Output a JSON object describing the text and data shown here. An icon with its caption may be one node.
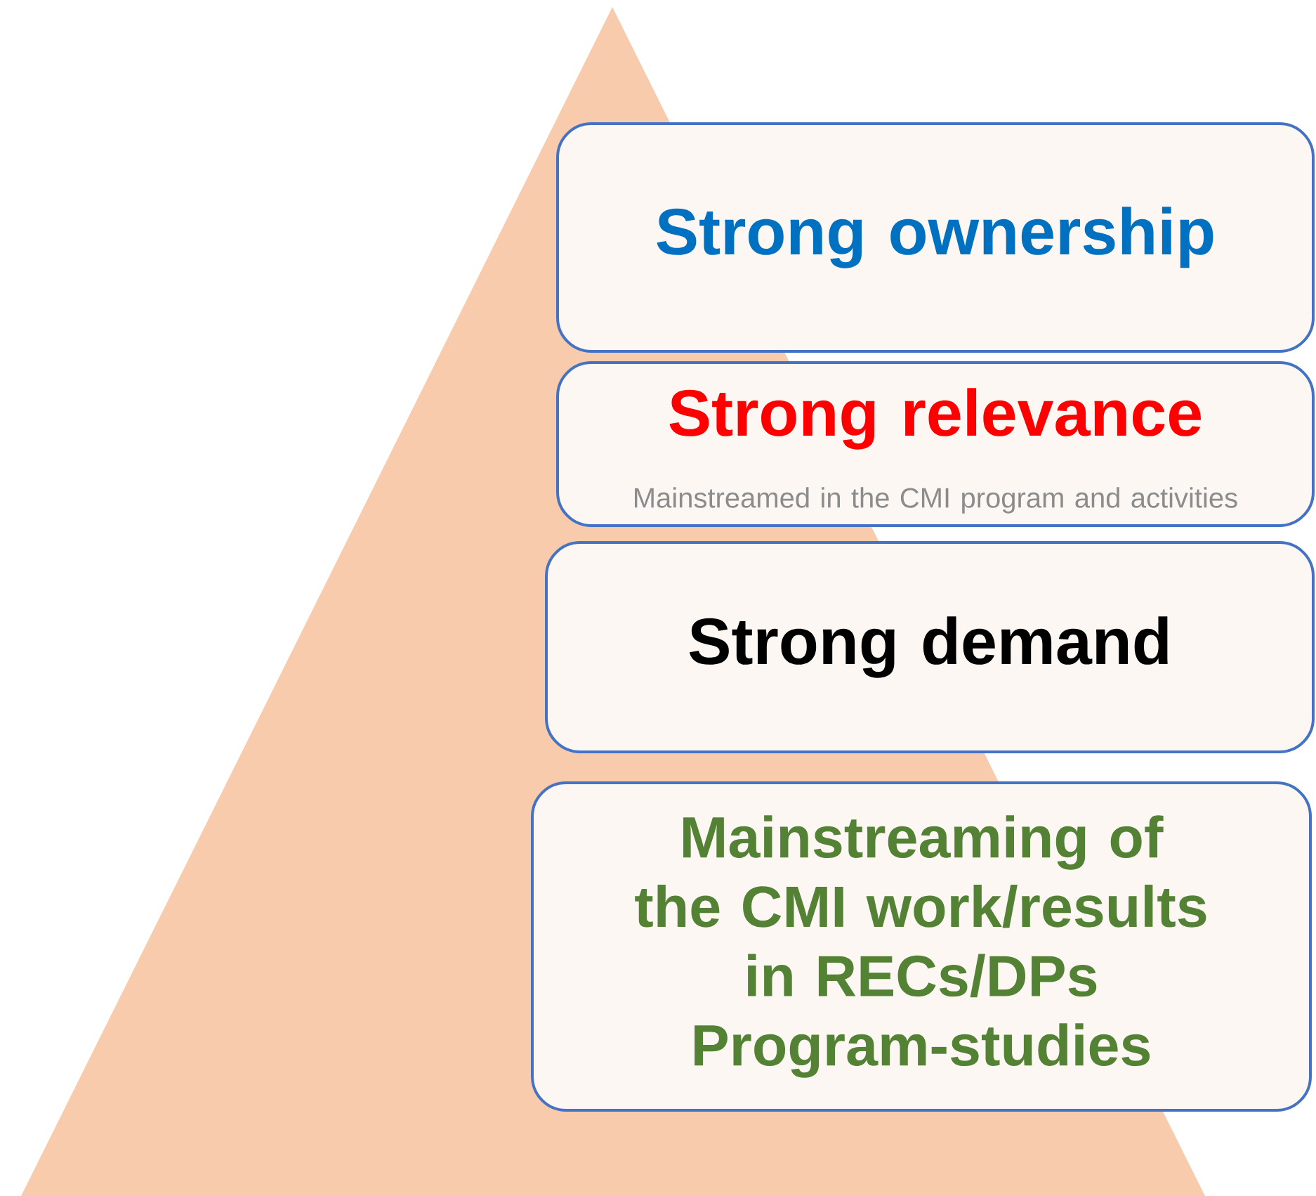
{
  "diagram": {
    "nodes": [
      {
        "text": [
          "Strong ownership"
        ]
      },
      {
        "text": [
          "Strong relevance",
          "Mainstreamed in the CMI program and activities"
        ]
      },
      {
        "text": [
          "Strong demand"
        ]
      },
      {
        "text": [
          "Mainstreaming of  the CMI work/results in RECs/DPs Program-studies"
        ]
      }
    ]
  }
}
